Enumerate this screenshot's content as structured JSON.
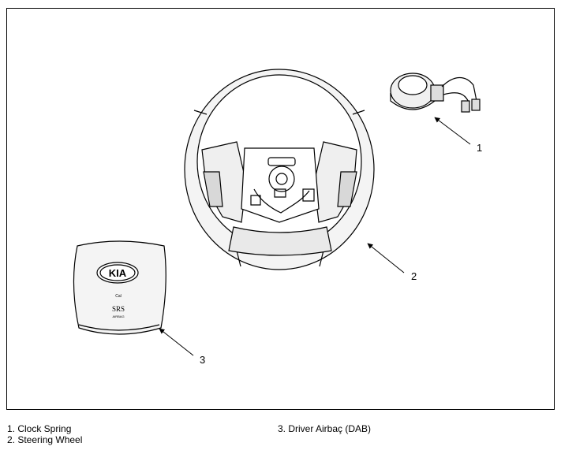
{
  "callouts": {
    "clock_spring": "1",
    "steering_wheel": "2",
    "airbag": "3"
  },
  "airbag_module": {
    "logo": "KIA",
    "small_mark": "Cal",
    "srs_text": "SRS",
    "srs_sub": "AIRBAG"
  },
  "legend": {
    "item1": "1. Clock Spring",
    "item2": "2. Steering Wheel",
    "item3": "3. Driver Airbaç (DAB)"
  }
}
